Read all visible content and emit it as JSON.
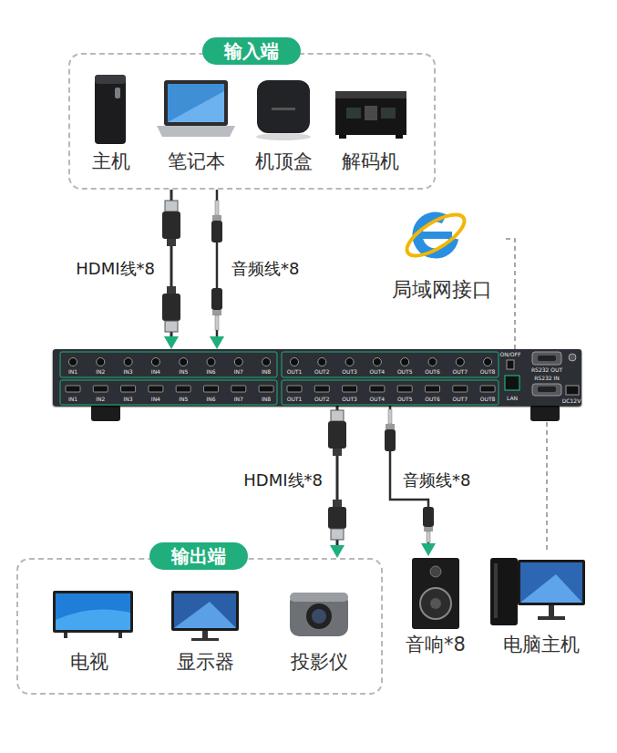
{
  "diagram": {
    "nodes": [
      {
        "text": [
          "输入端"
        ]
      },
      {
        "text": [
          "主机"
        ],
        "in": 0
      },
      {
        "text": [
          "笔记本"
        ],
        "in": 0
      },
      {
        "text": [
          "机顶盒"
        ],
        "in": 0
      },
      {
        "text": [
          "解码机"
        ],
        "in": 0
      },
      {
        "text": [
          "局域网接口"
        ]
      },
      {
        "text": [
          "IN1",
          "IN2",
          "IN3",
          "IN4",
          "IN5",
          "IN6",
          "IN7",
          "IN8",
          "OUT1",
          "OUT2",
          "OUT3",
          "OUT4",
          "OUT5",
          "OUT6",
          "OUT7",
          "OUT8",
          "ON/OFF",
          "RS232 OUT",
          "IN1",
          "IN2",
          "IN3",
          "IN4",
          "IN5",
          "IN6",
          "IN7",
          "IN8",
          "OUT1",
          "OUT2",
          "OUT3",
          "OUT4",
          "OUT5",
          "OUT6",
          "OUT7",
          "OUT8",
          "LAN",
          "RS232 IN",
          "DC12V"
        ]
      },
      {
        "text": [
          "输出端"
        ]
      },
      {
        "text": [
          "电视"
        ],
        "in": 7
      },
      {
        "text": [
          "显示器"
        ],
        "in": 7
      },
      {
        "text": [
          "投影仪"
        ],
        "in": 7
      },
      {
        "text": [
          "音响*8"
        ]
      },
      {
        "text": [
          "电脑主机"
        ]
      }
    ],
    "edges": [
      {
        "from": 0,
        "to": 6,
        "arrow": "to",
        "label": "HDMI线*8"
      },
      {
        "from": 0,
        "to": 6,
        "arrow": "to",
        "label": "音频线*8"
      },
      {
        "from": 6,
        "to": 7,
        "arrow": "to",
        "label": "HDMI线*8"
      },
      {
        "from": 6,
        "to": 11,
        "arrow": "to",
        "label": "音频线*8"
      },
      {
        "from": 6,
        "to": 12,
        "arrow": "none"
      },
      {
        "from": 6,
        "to": 5,
        "arrow": "none"
      }
    ]
  }
}
